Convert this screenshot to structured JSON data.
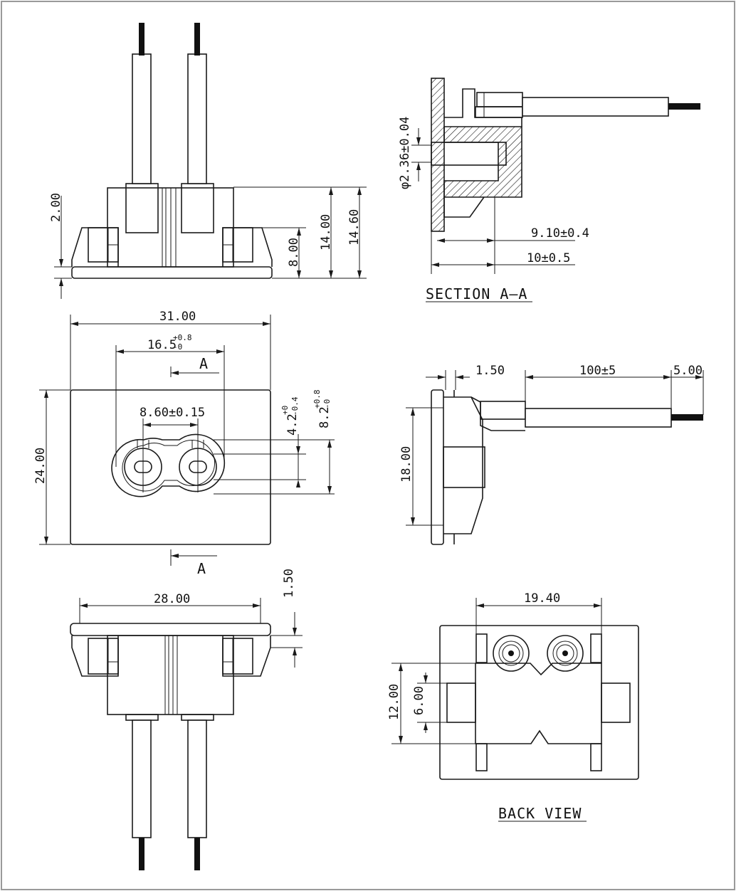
{
  "dimensions": {
    "front_height_2": "2.00",
    "front_height_8": "8.00",
    "front_height_14": "14.00",
    "front_height_14_6": "14.60",
    "width_31": "31.00",
    "width_16_5": "16.5",
    "width_16_5_tol_upper": "+0.8",
    "width_16_5_tol_lower": "-0",
    "pin_spacing": "8.60±0.15",
    "height_24": "24.00",
    "dim_4_2": "4.2",
    "dim_4_2_tol_upper": "+0",
    "dim_4_2_tol_lower": "-0.4",
    "dim_8_2": "8.2",
    "dim_8_2_tol_upper": "+0.8",
    "dim_8_2_tol_lower": "-0",
    "bottom_width_28": "28.00",
    "bottom_1_5": "1.50",
    "pin_diameter": "φ2.36±0.04",
    "depth_9_10": "9.10±0.4",
    "depth_10": "10±0.5",
    "side_1_5": "1.50",
    "wire_length": "100±5",
    "wire_strip": "5.00",
    "side_height_18": "18.00",
    "back_width": "19.40",
    "back_height_12": "12.00",
    "back_height_6": "6.00"
  },
  "labels": {
    "section_marker_top": "A",
    "section_marker_bottom": "A",
    "section_title": "SECTION A—A",
    "back_view_title": "BACK VIEW"
  }
}
